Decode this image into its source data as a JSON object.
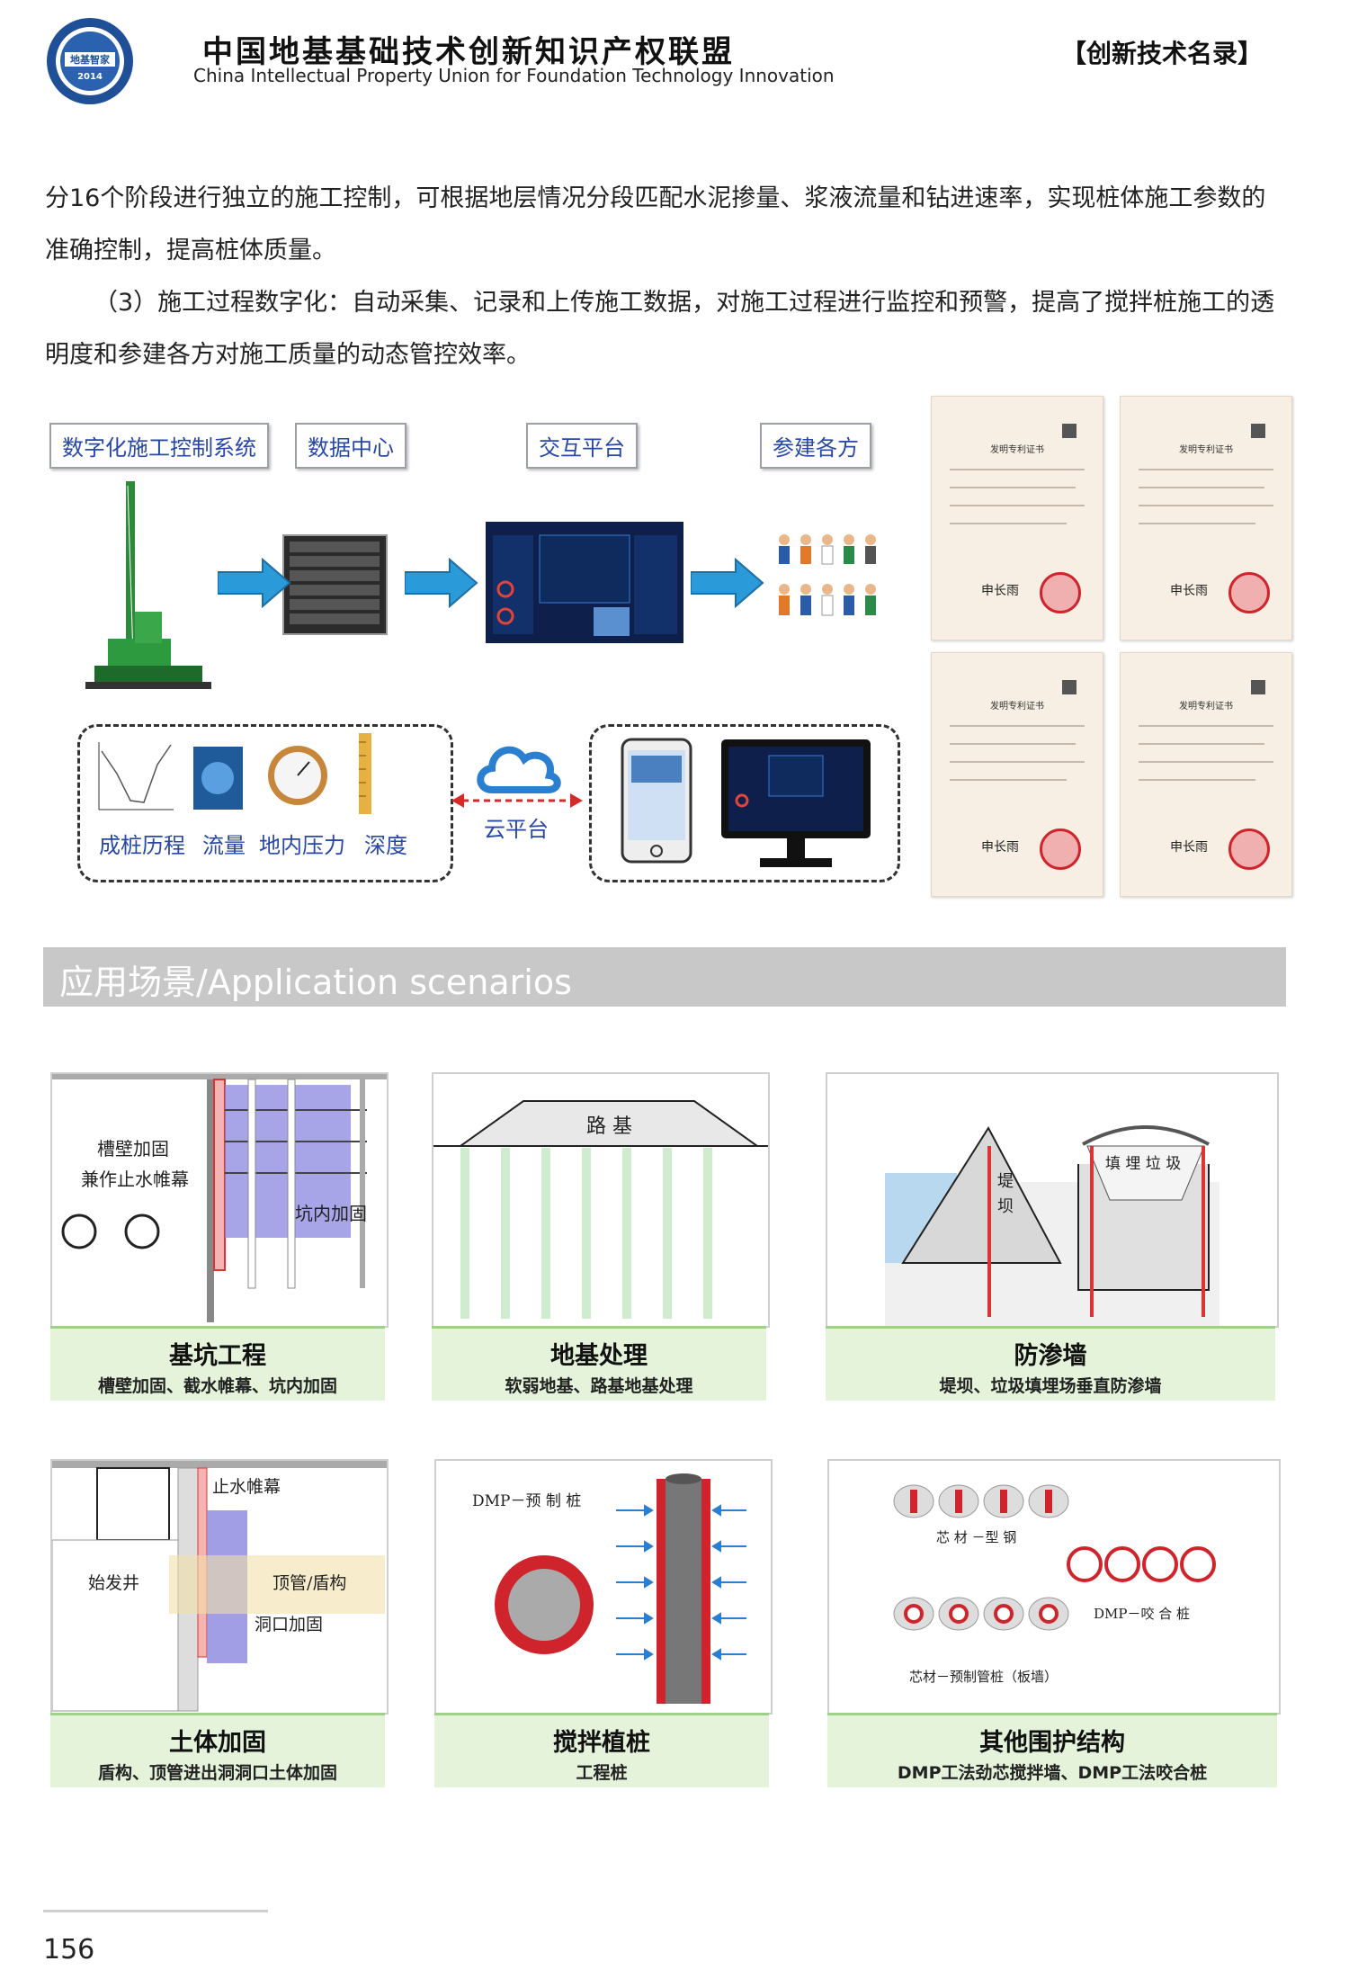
{
  "header": {
    "logo_text": "地基智家",
    "logo_year": "2014",
    "org_cn": "中国地基基础技术创新知识产权联盟",
    "org_en": "China Intellectual Property Union for Foundation Technology Innovation",
    "tag": "【创新技术名录】"
  },
  "body": {
    "para1": "分16个阶段进行独立的施工控制，可根据地层情况分段匹配水泥掺量、浆液流量和钻进速率，实现桩体施工参数的准确控制，提高桩体质量。",
    "para2": "（3）施工过程数字化：自动采集、记录和上传施工数据，对施工过程进行监控和预警，提高了搅拌桩施工的透明度和参建各方对施工质量的动态管控效率。"
  },
  "figure": {
    "labels": [
      "数字化施工控制系统",
      "数据中心",
      "交互平台",
      "参建各方"
    ],
    "sensors": [
      "成桩历程",
      "流量",
      "地内压力",
      "深度"
    ],
    "cloud_label": "云平台",
    "cert_title": "发明专利证书",
    "cert_signature": "申长雨"
  },
  "section": {
    "title": "应用场景/Application  scenarios"
  },
  "applications": [
    {
      "title": "基坑工程",
      "subtitle": "槽壁加固、截水帷幕、坑内加固",
      "labels": [
        "槽壁加固",
        "兼作止水帷幕",
        "坑内加固"
      ]
    },
    {
      "title": "地基处理",
      "subtitle": "软弱地基、路基地基处理",
      "labels": [
        "路 基"
      ]
    },
    {
      "title": "防渗墙",
      "subtitle": "堤坝、垃圾填埋场垂直防渗墙",
      "labels": [
        "堤",
        "坝",
        "填 埋 垃 圾"
      ]
    },
    {
      "title": "土体加固",
      "subtitle": "盾构、顶管进出洞洞口土体加固",
      "labels": [
        "止水帷幕",
        "始发井",
        "顶管/盾构",
        "洞口加固"
      ]
    },
    {
      "title": "搅拌植桩",
      "subtitle": "工程桩",
      "labels": [
        "DMP－预 制 桩"
      ]
    },
    {
      "title": "其他围护结构",
      "subtitle": "DMP工法劲芯搅拌墙、DMP工法咬合桩",
      "labels": [
        "芯 材 －型 钢",
        "DMP－咬 合 桩",
        "芯材－预制管桩（板墙）"
      ]
    }
  ],
  "footer": {
    "page_number": "156"
  }
}
